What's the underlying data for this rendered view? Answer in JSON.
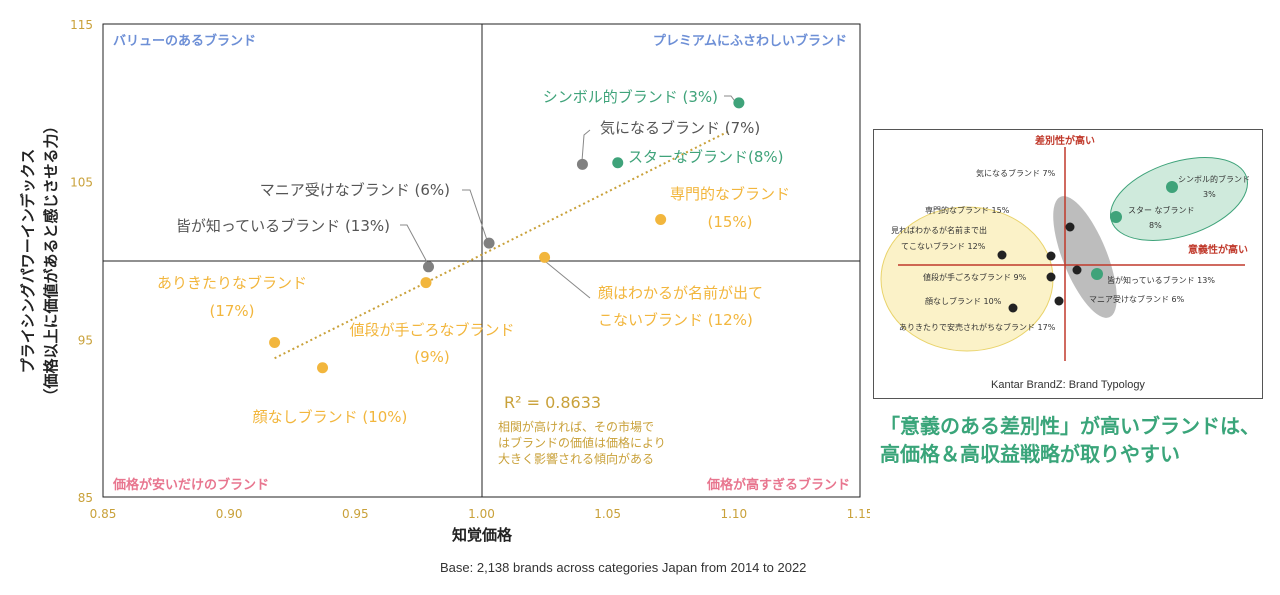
{
  "chart_data": [
    {
      "type": "scatter",
      "xlabel": "知覚価格",
      "ylabel_line1": "プライシングパワーインデックス",
      "ylabel_line2": "（価格以上に価値があると感じさせる力）",
      "xlim": [
        0.85,
        1.15
      ],
      "ylim": [
        85,
        115
      ],
      "x_ticks": [
        "0.85",
        "0.90",
        "0.95",
        "1.00",
        "1.05",
        "1.10",
        "1.15"
      ],
      "y_ticks": [
        "85",
        "95",
        "105",
        "115"
      ],
      "quadrants": {
        "top_left": "バリューのあるブランド",
        "top_right": "プレミアムにふさわしいブランド",
        "bottom_left": "価格が安いだけのブランド",
        "bottom_right": "価格が高すぎるブランド"
      },
      "points": [
        {
          "label": "シンボル的ブランド (3%)",
          "x": 1.102,
          "y": 110.0,
          "color": "#3fa37a"
        },
        {
          "label": "気になるブランド (7%)",
          "x": 1.04,
          "y": 106.1,
          "color": "#808080"
        },
        {
          "label": "スターなブランド(8%)",
          "x": 1.054,
          "y": 106.2,
          "color": "#3fa37a"
        },
        {
          "label": "専門的なブランド (15%)",
          "x": 1.071,
          "y": 102.6,
          "color": "#f2b63d"
        },
        {
          "label": "マニア受けなブランド (6%)",
          "x": 1.003,
          "y": 101.1,
          "color": "#808080"
        },
        {
          "label": "皆が知っているブランド (13%)",
          "x": 0.979,
          "y": 99.6,
          "color": "#808080"
        },
        {
          "label": "顔はわかるが名前が出てこないブランド (12%)",
          "x": 1.025,
          "y": 100.2,
          "color": "#f2b63d"
        },
        {
          "label": "値段が手ごろなブランド (9%)",
          "x": 0.978,
          "y": 98.6,
          "color": "#f2b63d"
        },
        {
          "label": "ありきたりなブランド (17%)",
          "x": 0.918,
          "y": 94.8,
          "color": "#f2b63d"
        },
        {
          "label": "顔なしブランド (10%)",
          "x": 0.937,
          "y": 93.2,
          "color": "#f2b63d"
        }
      ],
      "trendline": {
        "x1": 0.918,
        "y1": 93.8,
        "x2": 1.098,
        "y2": 108.2,
        "color": "#c9a13a"
      },
      "r2_label": "R² = 0.8633",
      "r2_note": [
        "相関が高ければ、その市場で",
        "はブランドの価値は価格により",
        "大きく影響される傾向がある"
      ]
    },
    {
      "type": "scatter",
      "title": "Kantar BrandZ: Brand Typology",
      "y_axis_label": "差別性が高い",
      "x_axis_label": "意義性が高い",
      "points": [
        {
          "label": "シンボル的ブランド 3%",
          "color": "#3fa37a"
        },
        {
          "label": "スター なブランド 8%",
          "color": "#3fa37a"
        },
        {
          "label": "気になるブランド 7%",
          "color": "#222222"
        },
        {
          "label": "専門的なブランド 15%",
          "color": "#222222"
        },
        {
          "label": "見ればわかるが名前まで出てこないブランド 12%",
          "color": "#222222"
        },
        {
          "label": "値段が手ごろなブランド 9%",
          "color": "#222222"
        },
        {
          "label": "顔なしブランド 10%",
          "color": "#222222"
        },
        {
          "label": "ありきたりで安売されがちなブランド 17%",
          "color": "#222222"
        },
        {
          "label": "皆が知っているブランド 13%",
          "color": "#3fa37a"
        },
        {
          "label": "マニア受けなブランド 6%",
          "color": "#222222"
        }
      ]
    }
  ],
  "typology": {
    "title": "Kantar BrandZ: Brand Typology",
    "y_axis_label": "差別性が高い",
    "x_axis_label": "意義性が高い",
    "labels": {
      "kininaru": "気になるブランド 7%",
      "symbol_1": "シンボル的ブランド",
      "symbol_2": "3%",
      "star_1": "スター なブランド",
      "star_2": "8%",
      "senmon": "専門的なブランド 15%",
      "mireba_1": "見ればわかるが名前まで出",
      "mireba_2": "てこないブランド 12%",
      "nedan": "値段が手ごろなブランド 9%",
      "minna": "皆が知っているブランド 13%",
      "kaonashi": "顔なしブランド 10%",
      "mania": "マニア受けなブランド 6%",
      "arikitari": "ありきたりで安売されがちなブランド 17%"
    }
  },
  "conclusion": {
    "line1": "「意義のある差別性」が高いブランドは、",
    "line2": "高価格＆高収益戦略が取りやすい"
  },
  "base_note": "Base: 2,138 brands across categories Japan from 2014 to 2022",
  "colors": {
    "green": "#3fa37a",
    "gray": "#808080",
    "yellow": "#f2b63d",
    "blue_text": "#6d8fd6",
    "pink_text": "#e8768f",
    "tick_gold": "#c9a13a",
    "red_axis": "#c0392b"
  }
}
